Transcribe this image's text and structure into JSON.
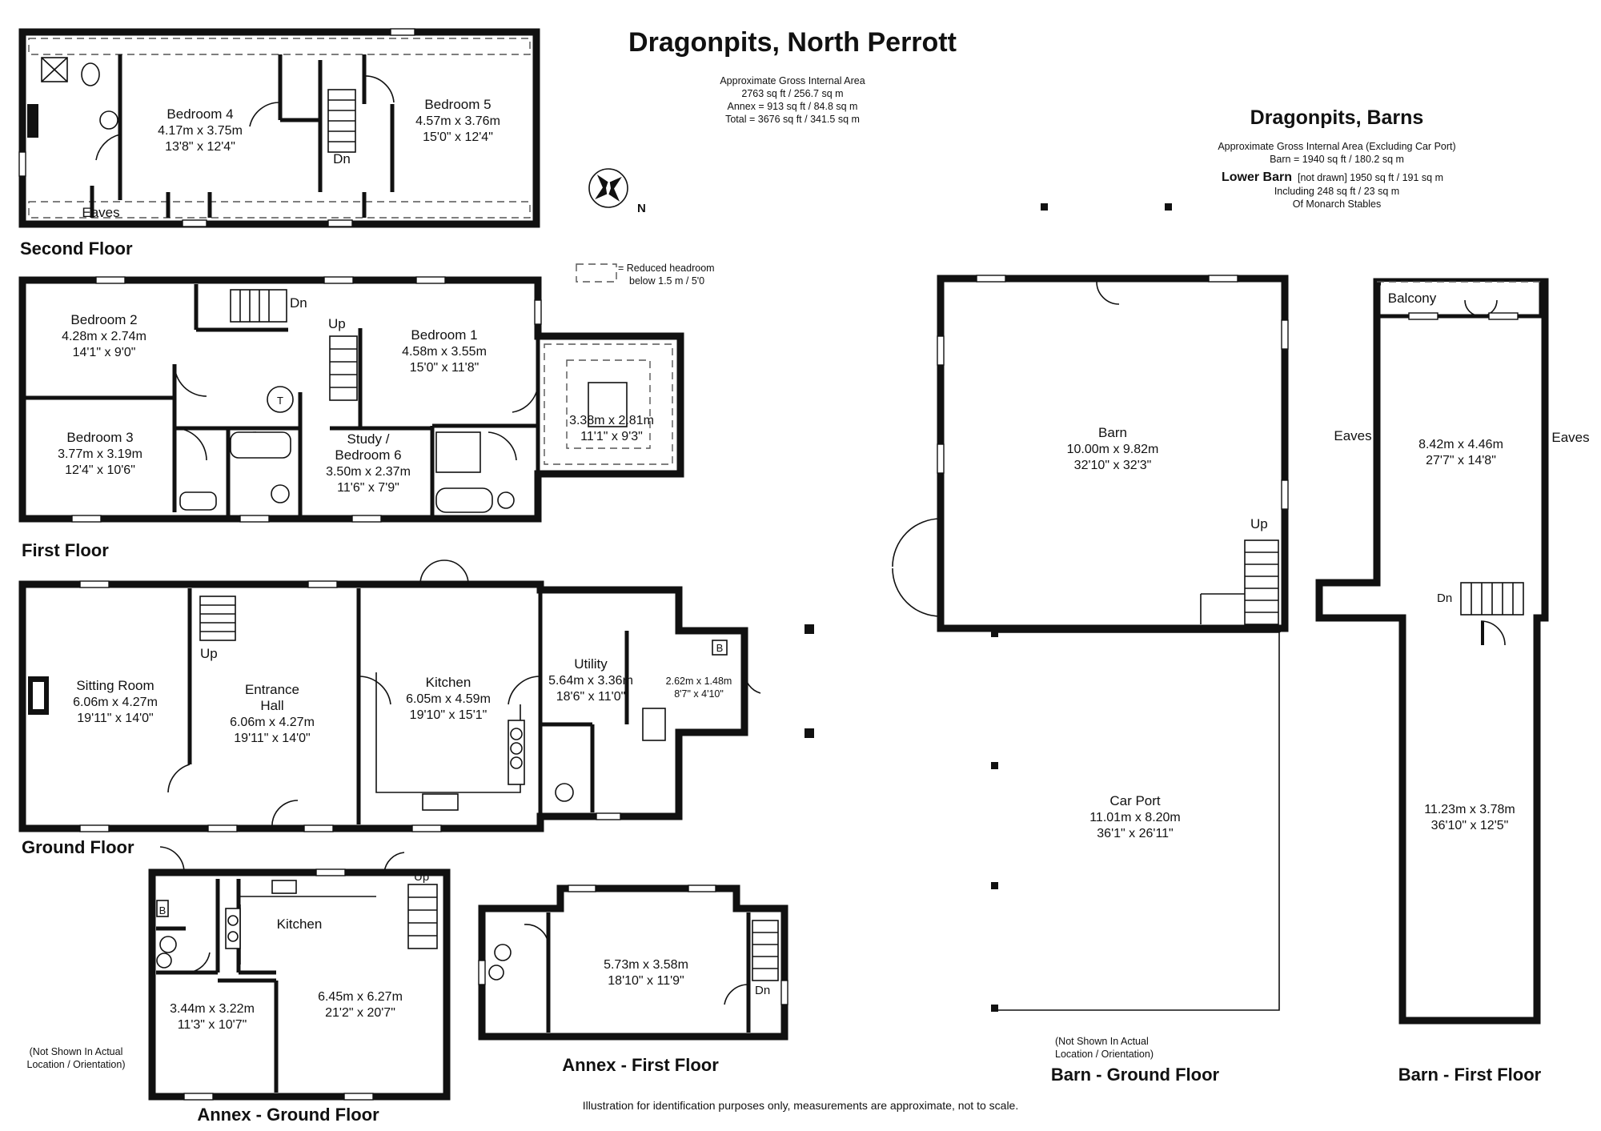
{
  "header": {
    "title": "Dragonpits, North Perrott",
    "area_heading": "Approximate Gross Internal Area",
    "area_main": "2763 sq ft / 256.7 sq m",
    "area_annex": "Annex = 913 sq ft / 84.8 sq m",
    "area_total": "Total = 3676 sq ft / 341.5 sq m"
  },
  "barns_header": {
    "title": "Dragonpits, Barns",
    "area_heading": "Approximate Gross Internal Area (Excluding Car Port)",
    "area_barn": "Barn = 1940 sq ft / 180.2 sq m",
    "lower_barn_label": "Lower Barn",
    "lower_barn_text": "[not drawn] 1950 sq ft / 191 sq m",
    "including": "Including 248 sq ft / 23 sq m",
    "stables": "Of Monarch Stables"
  },
  "compass": {
    "label": "N"
  },
  "legend": {
    "line1": "= Reduced headroom",
    "line2": "below 1.5 m / 5'0"
  },
  "floors": {
    "second": "Second Floor",
    "first": "First Floor",
    "ground": "Ground Floor",
    "annex_ground": "Annex - Ground Floor",
    "annex_first": "Annex - First Floor",
    "barn_ground": "Barn - Ground Floor",
    "barn_first": "Barn - First Floor"
  },
  "rooms": {
    "bedroom4": {
      "name": "Bedroom 4",
      "metric": "4.17m x 3.75m",
      "imperial": "13'8\" x 12'4\""
    },
    "bedroom5": {
      "name": "Bedroom 5",
      "metric": "4.57m x 3.76m",
      "imperial": "15'0\" x 12'4\""
    },
    "eaves_second": {
      "name": "Eaves"
    },
    "bedroom2": {
      "name": "Bedroom 2",
      "metric": "4.28m x 2.74m",
      "imperial": "14'1\" x 9'0\""
    },
    "bedroom1": {
      "name": "Bedroom 1",
      "metric": "4.58m x 3.55m",
      "imperial": "15'0\" x 11'8\""
    },
    "bedroom3": {
      "name": "Bedroom 3",
      "metric": "3.77m x 3.19m",
      "imperial": "12'4\" x 10'6\""
    },
    "study": {
      "name1": "Study /",
      "name2": "Bedroom 6",
      "metric": "3.50m x 2.37m",
      "imperial": "11'6\" x 7'9\""
    },
    "room_first_extension": {
      "metric": "3.38m x 2.81m",
      "imperial": "11'1\" x 9'3\""
    },
    "sitting": {
      "name": "Sitting Room",
      "metric": "6.06m x 4.27m",
      "imperial": "19'11\" x 14'0\""
    },
    "hall": {
      "name1": "Entrance",
      "name2": "Hall",
      "metric": "6.06m x 4.27m",
      "imperial": "19'11\" x 14'0\""
    },
    "kitchen": {
      "name": "Kitchen",
      "metric": "6.05m x 4.59m",
      "imperial": "19'10\" x 15'1\""
    },
    "utility": {
      "name": "Utility",
      "metric": "5.64m x 3.36m",
      "imperial": "18'6\" x 11'0\""
    },
    "boiler_room": {
      "metric": "2.62m x 1.48m",
      "imperial": "8'7\" x 4'10\""
    },
    "annex_kitchen": {
      "name": "Kitchen",
      "metric": "6.45m x 6.27m",
      "imperial": "21'2\" x 20'7\""
    },
    "annex_room": {
      "metric": "3.44m x 3.22m",
      "imperial": "11'3\" x 10'7\""
    },
    "annex_first_room": {
      "metric": "5.73m x 3.58m",
      "imperial": "18'10\" x 11'9\""
    },
    "barn": {
      "name": "Barn",
      "metric": "10.00m x 9.82m",
      "imperial": "32'10\" x 32'3\""
    },
    "car_port": {
      "name": "Car Port",
      "metric": "11.01m x 8.20m",
      "imperial": "36'1\" x 26'11\""
    },
    "barn_upper": {
      "metric": "8.42m x 4.46m",
      "imperial": "27'7\" x 14'8\""
    },
    "barn_lower": {
      "metric": "11.23m x 3.78m",
      "imperial": "36'10\" x 12'5\""
    },
    "balcony": {
      "name": "Balcony"
    },
    "eaves_left": {
      "name": "Eaves"
    },
    "eaves_right": {
      "name": "Eaves"
    }
  },
  "labels": {
    "dn": "Dn",
    "up": "Up",
    "t": "T",
    "b": "B"
  },
  "notes": {
    "annex_not_shown_1": "(Not Shown In Actual",
    "annex_not_shown_2": "Location / Orientation)",
    "barn_not_shown_1": "(Not Shown In Actual",
    "barn_not_shown_2": "Location / Orientation)",
    "disclaimer": "Illustration for identification purposes only, measurements are approximate, not to scale."
  }
}
